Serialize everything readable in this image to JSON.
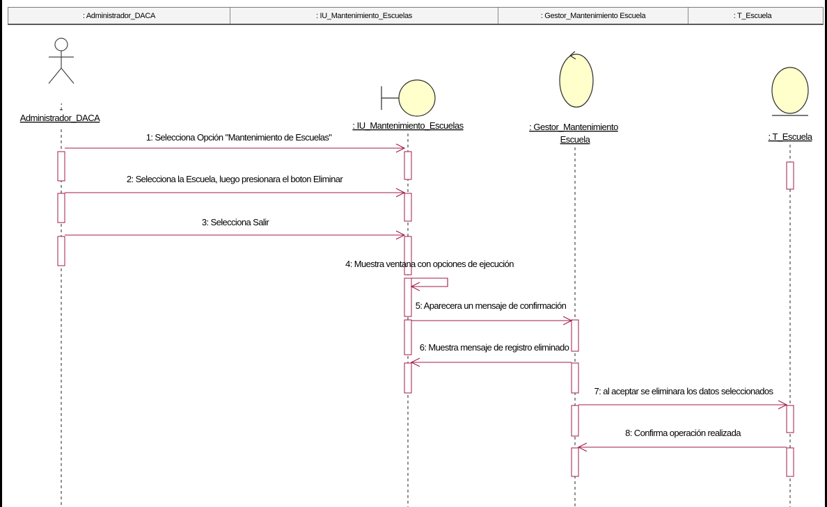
{
  "header": {
    "columns": [
      ": Administrador_DACA",
      ": IU_Mantenimiento_Escuelas",
      ": Gestor_Mantenimiento Escuela",
      ": T_Escuela"
    ]
  },
  "lifelines": [
    {
      "id": "actor",
      "kind": "actor",
      "name_lines": [
        ":",
        "Administrador_DACA"
      ]
    },
    {
      "id": "ui",
      "kind": "boundary",
      "name_lines": [
        ": IU_Mantenimiento_Escuelas"
      ]
    },
    {
      "id": "gestor",
      "kind": "control",
      "name_lines": [
        ": Gestor_Mantenimiento",
        "Escuela"
      ]
    },
    {
      "id": "tabla",
      "kind": "entity",
      "name_lines": [
        ": T_Escuela"
      ]
    }
  ],
  "messages": [
    {
      "label": "1: Selecciona Opción \"Mantenimiento de Escuelas\"",
      "from": "actor",
      "to": "ui"
    },
    {
      "label": "2: Selecciona la Escuela, luego presionara el boton Eliminar",
      "from": "actor",
      "to": "ui"
    },
    {
      "label": "3: Selecciona Salir",
      "from": "actor",
      "to": "ui"
    },
    {
      "label": "4: Muestra ventana con opciones de ejecución",
      "from": "ui",
      "to": "ui"
    },
    {
      "label": "5: Aparecera un mensaje de confirmación",
      "from": "ui",
      "to": "gestor"
    },
    {
      "label": "6: Muestra mensaje de registro eliminado",
      "from": "gestor",
      "to": "ui"
    },
    {
      "label": "7: al aceptar se eliminara los datos seleccionados",
      "from": "gestor",
      "to": "tabla"
    },
    {
      "label": "8: Confirma operación realizada",
      "from": "tabla",
      "to": "gestor"
    }
  ],
  "colors": {
    "message_line": "#a0194a",
    "object_fill": "#ffffcc",
    "object_stroke": "#2a2a2a",
    "activation_stroke": "#a0194a"
  }
}
